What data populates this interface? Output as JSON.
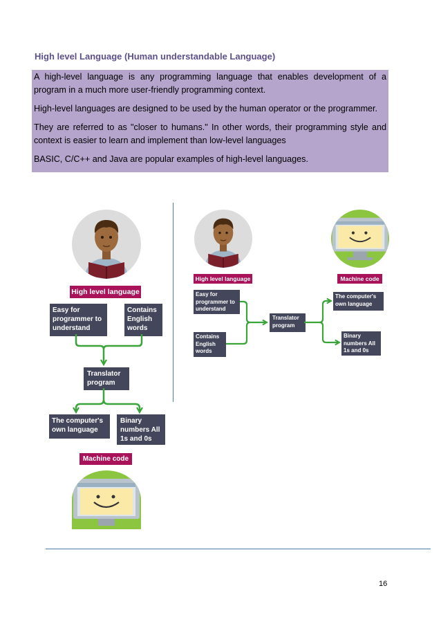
{
  "heading": "High level Language (Human understandable Language)",
  "paragraphs": [
    "A high-level language is any programming language that enables development of a program in a much more user-friendly programming context.",
    "High-level languages are designed to be used by the human operator or the programmer.",
    "They are referred to as \"closer to humans.\" In other words, their programming style and context is easier to learn and implement than low-level languages",
    "BASIC, C/C++ and Java are popular examples of high-level languages."
  ],
  "diagram_vertical": {
    "high_level_tag": "High level language",
    "easy": "Easy for programmer to understand",
    "contains": "Contains English words",
    "translator": "Translator program",
    "own_language": "The computer's own language",
    "binary": "Binary numbers All 1s and 0s",
    "machine_code_tag": "Machine code"
  },
  "diagram_horizontal": {
    "high_level_tag": "High level language",
    "machine_code_tag": "Machine code",
    "easy": "Easy for programmer to understand",
    "contains": "Contains English words",
    "translator": "Translator program",
    "own_language": "The computer's own language",
    "binary": "Binary numbers All 1s and 0s"
  },
  "colors": {
    "tag": "#a8135a",
    "box": "#44475c",
    "arrow": "#3aa33a",
    "circle_bg": "#8cc640",
    "text_box": "#b5a5cc"
  },
  "page_number": "16"
}
